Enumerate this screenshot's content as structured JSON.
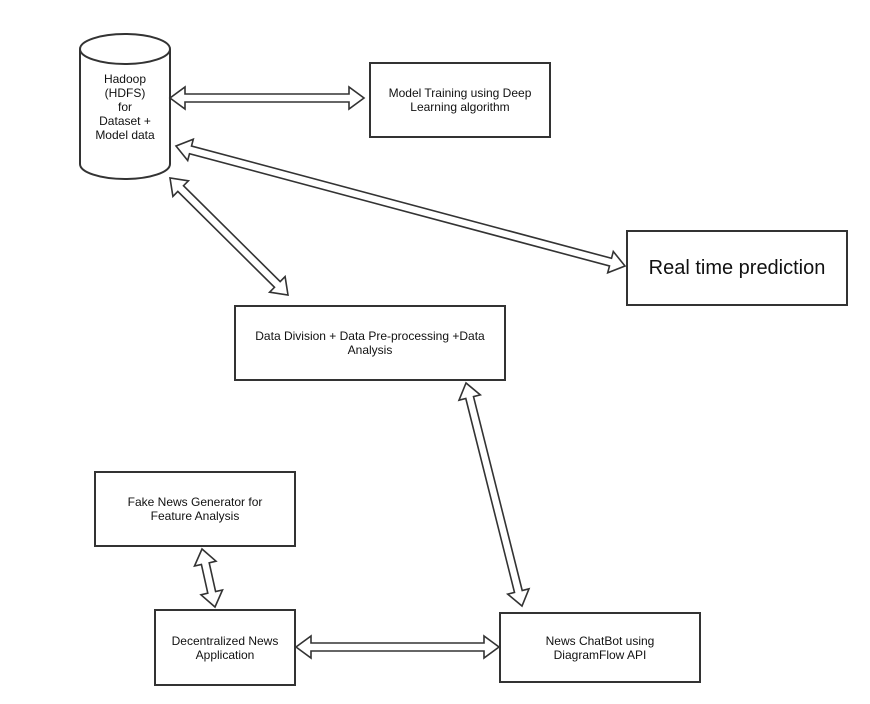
{
  "diagram": {
    "nodes": {
      "hadoop": {
        "label": "Hadoop\n(HDFS)\nfor\nDataset +\nModel data",
        "shape": "cylinder"
      },
      "model_training": {
        "label": "Model Training using Deep\nLearning algorithm"
      },
      "real_time": {
        "label": "Real time prediction"
      },
      "data_division": {
        "label": "Data Division + Data Pre-processing +Data\nAnalysis"
      },
      "fake_news": {
        "label": "Fake News Generator for\nFeature Analysis"
      },
      "decentralized": {
        "label": "Decentralized News\nApplication"
      },
      "chatbot": {
        "label": "News ChatBot using\nDiagramFlow API"
      }
    },
    "edges": [
      {
        "from": "hadoop",
        "to": "model_training",
        "type": "bidirectional"
      },
      {
        "from": "hadoop",
        "to": "real_time",
        "type": "bidirectional"
      },
      {
        "from": "hadoop",
        "to": "data_division",
        "type": "bidirectional"
      },
      {
        "from": "data_division",
        "to": "chatbot",
        "type": "bidirectional"
      },
      {
        "from": "fake_news",
        "to": "decentralized",
        "type": "bidirectional"
      },
      {
        "from": "decentralized",
        "to": "chatbot",
        "type": "bidirectional"
      }
    ],
    "stroke_color": "#333333"
  }
}
